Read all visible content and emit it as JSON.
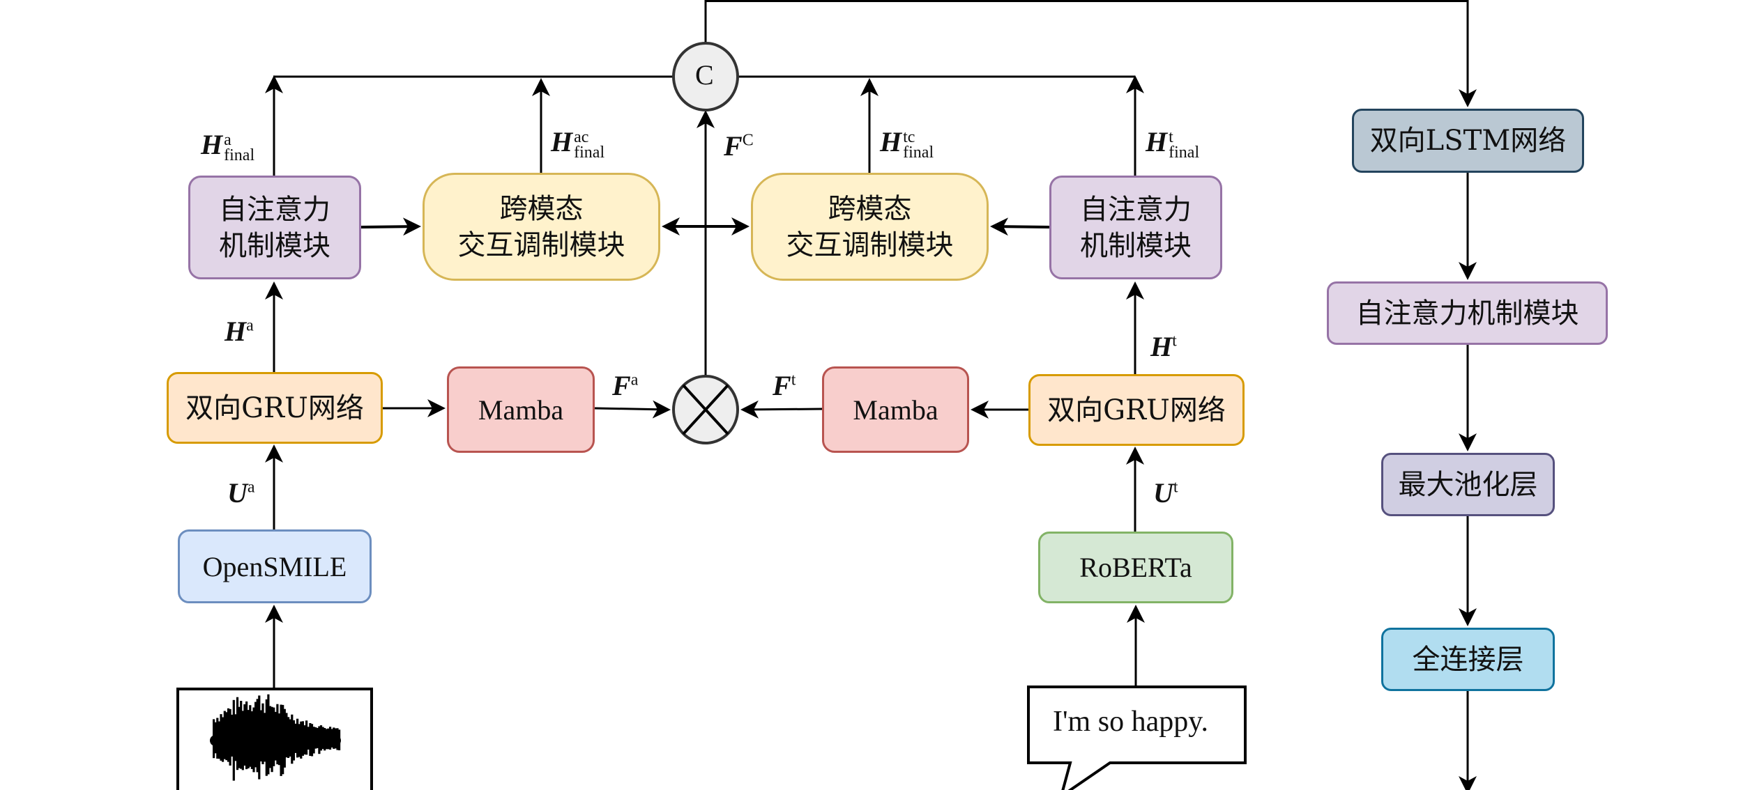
{
  "colors": {
    "self_attention_fill": "#e1d5e7",
    "self_attention_border": "#9673a6",
    "cross_modal_fill": "#fff2cc",
    "cross_modal_border": "#d6b656",
    "gru_fill": "#ffe6cc",
    "gru_border": "#d79b00",
    "mamba_fill": "#f8cecc",
    "mamba_border": "#b85450",
    "opensmile_fill": "#dae8fc",
    "opensmile_border": "#6c8ebf",
    "roberta_fill": "#d5e8d4",
    "roberta_border": "#82b366",
    "lstm_fill": "#bac8d3",
    "lstm_border": "#23445d",
    "maxpool_fill": "#d0cee2",
    "maxpool_border": "#56517e",
    "fc_fill": "#b1ddf0",
    "fc_border": "#10739e",
    "operator_fill": "#eeeeee",
    "operator_border": "#333333"
  },
  "audio_branch": {
    "input_icon": "waveform-icon",
    "extractor": "OpenSMILE",
    "input_feature_label": {
      "symbol": "U",
      "sup": "a"
    },
    "gru": "双向GRU网络",
    "gru_output_label": {
      "symbol": "H",
      "sup": "a"
    },
    "mamba": "Mamba",
    "mamba_output_label": {
      "symbol": "F",
      "sup": "a"
    },
    "self_attention": [
      "自注意力",
      "机制模块"
    ],
    "self_attention_output_label": {
      "symbol": "H",
      "sup": "a",
      "sub": "final"
    },
    "cross_modal": [
      "跨模态",
      "交互调制模块"
    ],
    "cross_modal_output_label": {
      "symbol": "H",
      "sup": "ac",
      "sub": "final"
    }
  },
  "text_branch": {
    "input_text": "I'm so happy.",
    "extractor": "RoBERTa",
    "input_feature_label": {
      "symbol": "U",
      "sup": "t"
    },
    "gru": "双向GRU网络",
    "gru_output_label": {
      "symbol": "H",
      "sup": "t"
    },
    "mamba": "Mamba",
    "mamba_output_label": {
      "symbol": "F",
      "sup": "t"
    },
    "self_attention": [
      "自注意力",
      "机制模块"
    ],
    "self_attention_output_label": {
      "symbol": "H",
      "sup": "t",
      "sub": "final"
    },
    "cross_modal": [
      "跨模态",
      "交互调制模块"
    ],
    "cross_modal_output_label": {
      "symbol": "H",
      "sup": "tc",
      "sub": "final"
    }
  },
  "fusion": {
    "multiply_operator": "⊗",
    "fused_label": {
      "symbol": "F",
      "sup": "C"
    },
    "concat_operator": "C"
  },
  "classifier": {
    "lstm": "双向LSTM网络",
    "self_attention": "自注意力机制模块",
    "max_pool": "最大池化层",
    "fully_connected": "全连接层"
  }
}
